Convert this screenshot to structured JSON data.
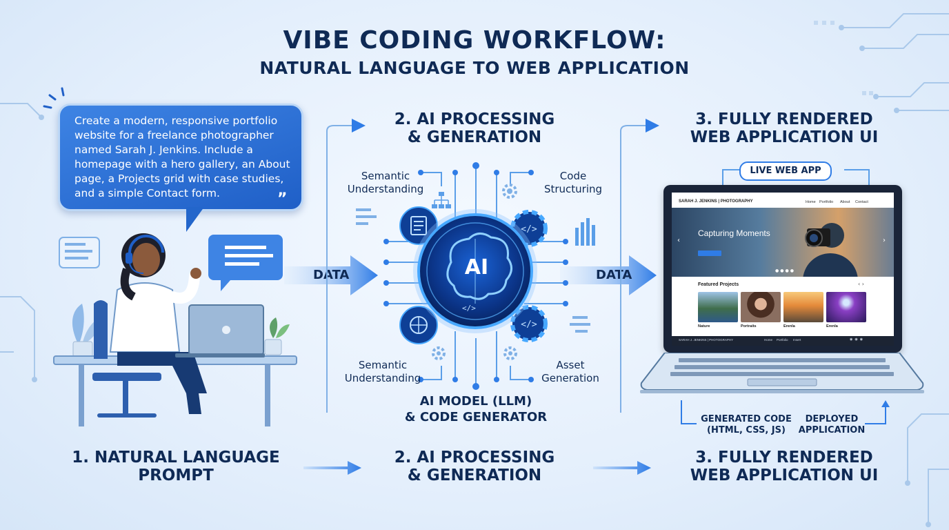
{
  "title": {
    "line1": "VIBE CODING WORKFLOW:",
    "line2": "NATURAL LANGUAGE TO WEB APPLICATION"
  },
  "prompt_bubble": {
    "text": "Create a modern, responsive portfolio website for a freelance photographer named Sarah J. Jenkins. Include a homepage with a hero gallery, an About page, a Projects grid with case studies, and a simple Contact form."
  },
  "arrows": {
    "data_left": "DATA",
    "data_right": "DATA"
  },
  "top_steps": {
    "ai_processing": "2. AI PROCESSING\n& GENERATION",
    "fully_rendered": "3. FULLY RENDERED\nWEB APPLICATION UI"
  },
  "ai_hub": {
    "core_label": "AI",
    "label_top_left": "Semantic\nUnderstanding",
    "label_top_right": "Code\nStructuring",
    "label_bottom_left": "Semantic\nUnderstanding",
    "label_bottom_right": "Asset\nGeneration",
    "model_label": "AI MODEL (LLM)\n& CODE GENERATOR"
  },
  "web_app": {
    "badge": "LIVE WEB APP",
    "brand": "SARAH J. JENKINS | PHOTOGRAPHY",
    "nav": [
      "Home",
      "Portfolio",
      "About",
      "Contact"
    ],
    "hero_title": "Capturing Moments",
    "section_title": "Featured Projects",
    "thumbs": [
      "Nature",
      "Portraits",
      "Erenla",
      "Erenla"
    ],
    "footer_brand": "SARAH J. JENKINS | PHOTOGRAPHY",
    "footer_links": [
      "Home",
      "Portfolio",
      "Insert"
    ]
  },
  "bottom_notes": {
    "generated_code": "GENERATED CODE\n(HTML, CSS, JS)",
    "deployed": "DEPLOYED\nAPPLICATION"
  },
  "bottom_steps": {
    "step1": "1. NATURAL LANGUAGE\nPROMPT",
    "step2": "2. AI PROCESSING\n& GENERATION",
    "step3": "3. FULLY RENDERED\nWEB APPLICATION UI"
  },
  "colors": {
    "navy": "#0f2a55",
    "accent_blue": "#2f7ce6",
    "bubble_blue": "#2a6ad2",
    "glow_blue": "#47a8ff"
  }
}
